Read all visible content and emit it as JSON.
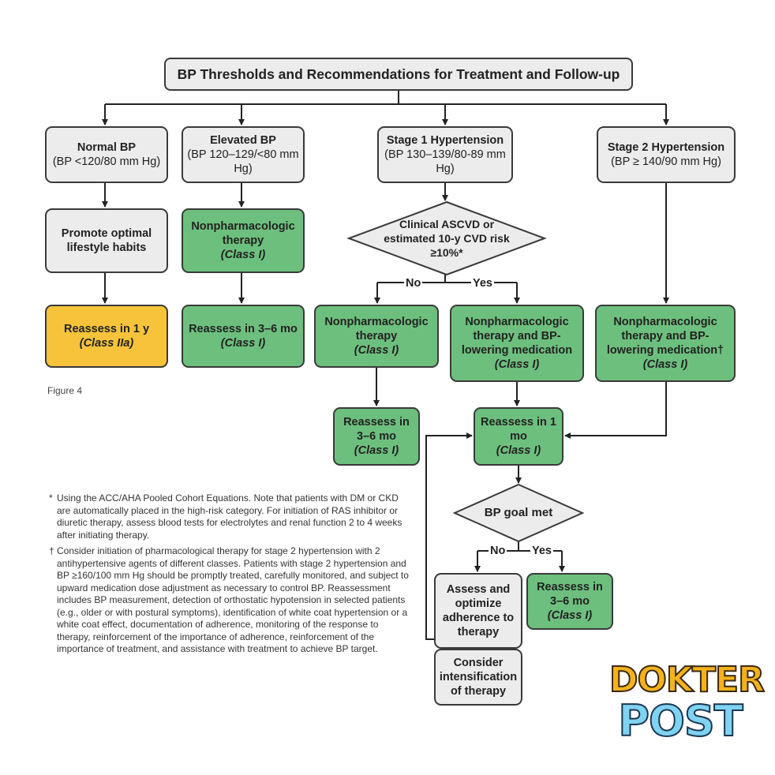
{
  "title": "BP Thresholds and Recommendations for Treatment and Follow-up",
  "figure_label": "Figure 4",
  "columns": {
    "normal": {
      "category": "Normal BP",
      "range": "(BP <120/80 mm Hg)",
      "action": "Promote optimal lifestyle habits",
      "reassess": "Reassess in 1 y",
      "reassess_class": "(Class IIa)"
    },
    "elevated": {
      "category": "Elevated BP",
      "range": "(BP 120–129/<80 mm Hg)",
      "action": "Nonpharmacologic therapy",
      "action_class": "(Class I)",
      "reassess": "Reassess in 3–6 mo",
      "reassess_class": "(Class I)"
    },
    "stage1": {
      "category": "Stage 1 Hypertension",
      "range": "(BP 130–139/80-89 mm Hg)",
      "decision": "Clinical ASCVD or estimated 10-y CVD risk ≥10%*",
      "no_label": "No",
      "yes_label": "Yes",
      "no_action": "Nonpharmacologic therapy",
      "no_action_class": "(Class I)",
      "no_reassess": "Reassess in 3–6 mo",
      "no_reassess_class": "(Class I)",
      "yes_action": "Nonpharmacologic therapy and BP-lowering medication",
      "yes_action_class": "(Class I)"
    },
    "stage2": {
      "category": "Stage 2 Hypertension",
      "range": "(BP ≥ 140/90 mm Hg)",
      "action": "Nonpharmacologic therapy and BP-lowering medication†",
      "action_class": "(Class I)"
    }
  },
  "followup": {
    "reassess": "Reassess in 1 mo",
    "reassess_class": "(Class I)",
    "goal": "BP goal met",
    "no_label": "No",
    "yes_label": "Yes",
    "assess": "Assess and optimize adherence to therapy",
    "intensify": "Consider intensification of therapy",
    "yes_reassess": "Reassess in 3–6 mo",
    "yes_reassess_class": "(Class I)"
  },
  "footnotes": [
    {
      "mark": "*",
      "text": "Using the ACC/AHA Pooled Cohort Equations. Note that patients with DM or CKD are automatically placed in the high-risk category. For initiation of RAS inhibitor or diuretic therapy, assess blood tests for electrolytes and renal function 2 to 4 weeks after initiating therapy."
    },
    {
      "mark": "†",
      "text": "Consider initiation of pharmacological therapy for stage 2 hypertension with 2 antihypertensive agents of different classes. Patients with stage 2 hypertension and BP ≥160/100 mm Hg should be promptly treated, carefully monitored, and subject to upward medication dose adjustment as necessary to control BP. Reassessment includes BP measurement, detection of orthostatic hypotension in selected patients (e.g., older or with postural symptoms), identification of white coat hypertension or a white coat effect, documentation of adherence, monitoring of the response to therapy, reinforcement of the importance of adherence, reinforcement of the importance of treatment, and assistance with treatment to achieve BP target."
    }
  ],
  "logo": {
    "line1": "DOKTER",
    "line2": "POST"
  },
  "colors": {
    "green": "#6dbf7e",
    "yellow": "#f6c33a",
    "gray": "#ececec",
    "line": "#222222"
  }
}
